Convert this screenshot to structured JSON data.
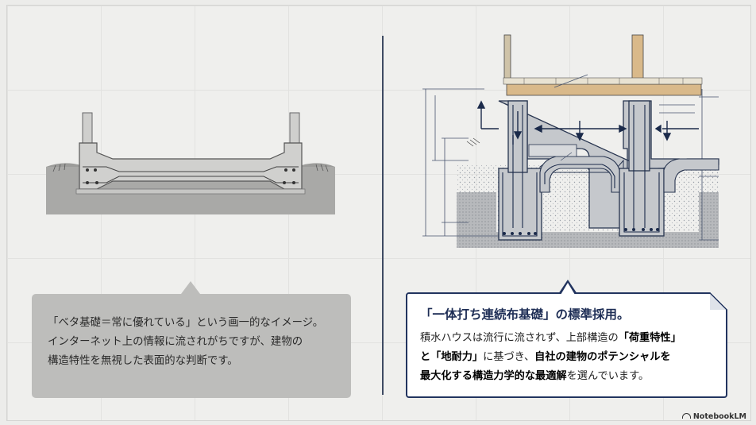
{
  "left_bubble": {
    "lines": [
      "「ベタ基礎＝常に優れている」という画一的なイメージ。",
      "インターネット上の情報に流されがちですが、建物の",
      "構造特性を無視した表面的な判断です。"
    ]
  },
  "right_bubble": {
    "title": "「一体打ち連続布基礎」の標準採用。",
    "line1": "積水ハウスは流行に流されず、上部構造の",
    "line1_highlight": "「荷重特性」",
    "line2_highlight_a": "と「地耐力」",
    "line2_mid": "に基づき、",
    "line2_highlight_b": "自社の建物のポテンシャルを",
    "line3_highlight": "最大化する構造力学的な最適解",
    "line3_tail": "を選んでいます。"
  },
  "brand": {
    "logo_text": "NotebookLM"
  },
  "colors": {
    "navy": "#22345f",
    "gray_bubble": "#bdbdbb",
    "soil": "#a8a8a6",
    "timber": "#d9b98a"
  }
}
